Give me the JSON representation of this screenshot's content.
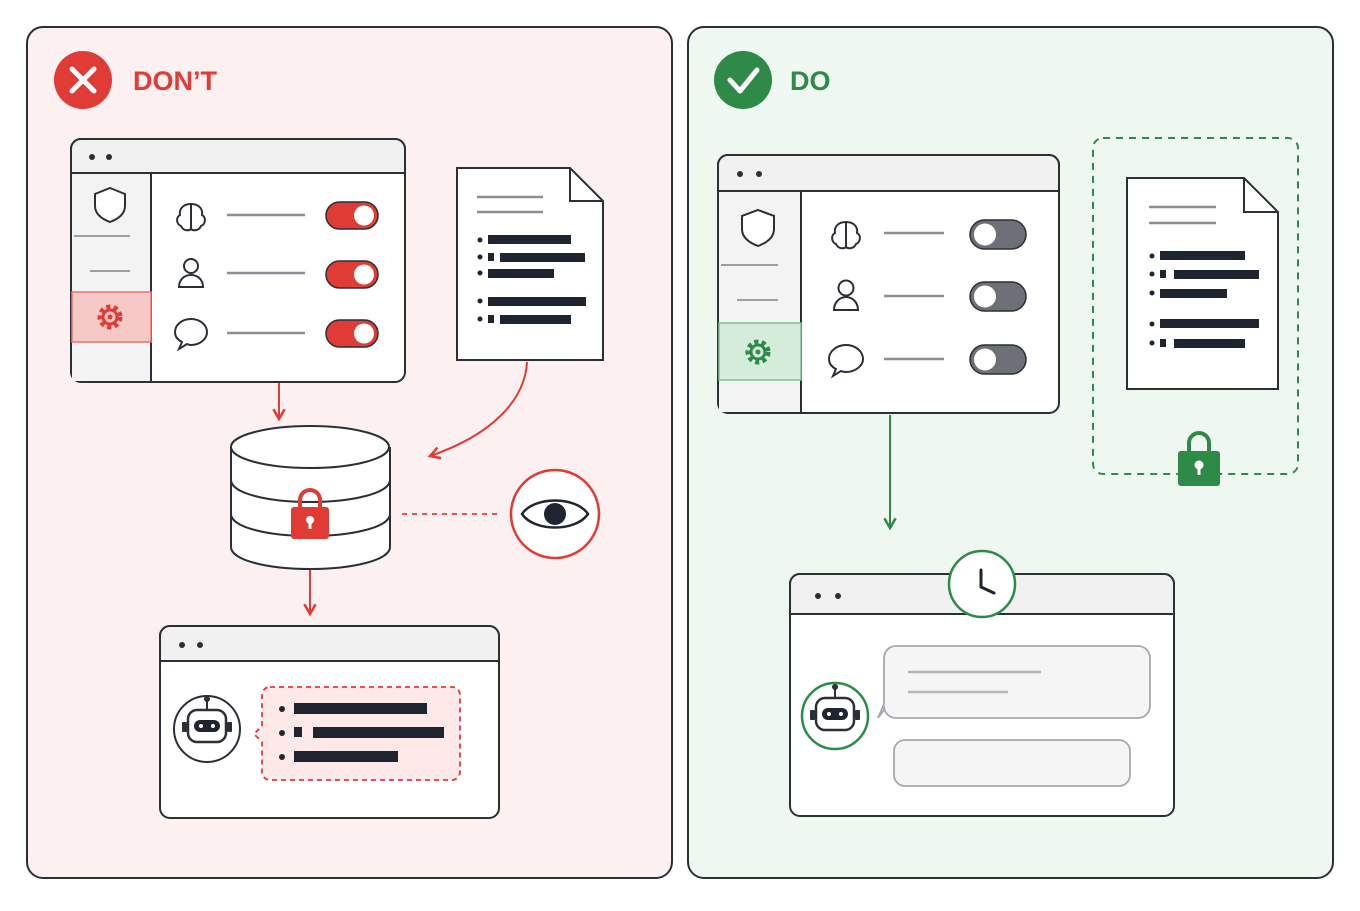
{
  "dont_panel": {
    "title": "DON’T",
    "badge_icon": "x-circle-icon",
    "colors": {
      "accent": "#e03b34",
      "background": "#fdf0f0",
      "border": "#2b2f36"
    },
    "settings_window": {
      "sidebar_icons": [
        "shield-icon",
        "gear-icon"
      ],
      "toggles": [
        {
          "icon": "brain-icon",
          "state": "on"
        },
        {
          "icon": "user-icon",
          "state": "on"
        },
        {
          "icon": "chat-bubble-icon",
          "state": "on"
        }
      ]
    },
    "document_icon": "document-icon",
    "storage_icon": "database-icon",
    "lock_icon": "lock-icon",
    "monitor_icon": "eye-icon",
    "chat_window": {
      "avatar_icon": "robot-icon",
      "reply_lines": 3
    }
  },
  "do_panel": {
    "title": "DO",
    "badge_icon": "check-circle-icon",
    "colors": {
      "accent": "#2e8b47",
      "background": "#eff7f1",
      "border": "#2b2f36"
    },
    "settings_window": {
      "sidebar_icons": [
        "shield-icon",
        "gear-icon"
      ],
      "toggles": [
        {
          "icon": "brain-icon",
          "state": "off"
        },
        {
          "icon": "user-icon",
          "state": "off"
        },
        {
          "icon": "chat-bubble-icon",
          "state": "off"
        }
      ]
    },
    "document_icon": "document-icon",
    "lock_icon": "lock-icon",
    "timer_icon": "clock-icon",
    "chat_window": {
      "avatar_icon": "robot-icon"
    }
  }
}
